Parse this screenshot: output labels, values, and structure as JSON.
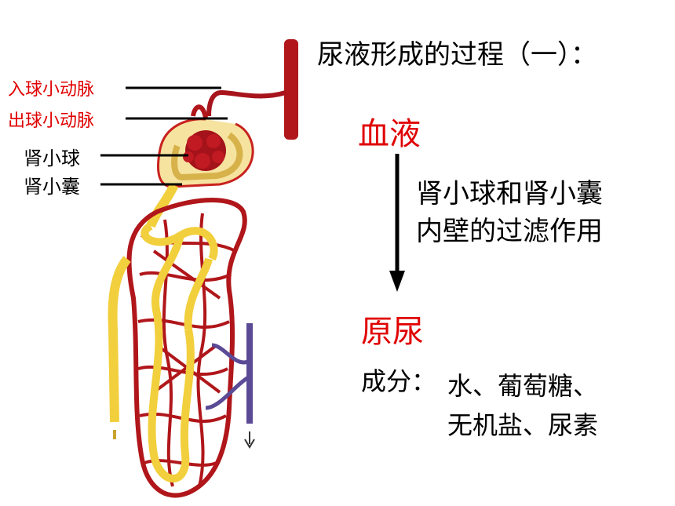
{
  "title": "尿液形成的过程（一）：",
  "labels": {
    "afferent": "入球小动脉",
    "efferent": "出球小动脉",
    "glomerulus": "肾小球",
    "capsule": "肾小囊"
  },
  "flow": {
    "source": "血液",
    "process_line1": "肾小球和肾小囊",
    "process_line2": "内壁的过滤作用",
    "result": "原尿",
    "components_label": "成分：",
    "components_line1": "水、葡萄糖、",
    "components_line2": "无机盐、尿素"
  },
  "colors": {
    "label_red": "#e00000",
    "artery": "#b0161a",
    "tubule": "#f2cf3c",
    "vein": "#5b4a96"
  }
}
